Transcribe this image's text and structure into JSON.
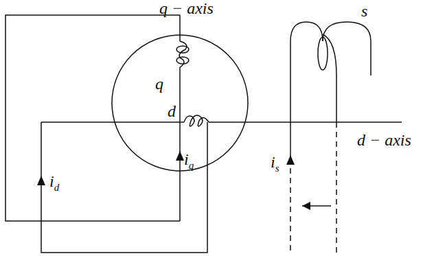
{
  "diagram": {
    "nodes": [
      {
        "text": [
          "q",
          "d",
          "iq"
        ]
      }
    ],
    "labels": [
      "q − axis",
      "id",
      "s",
      "is",
      "d − axis"
    ]
  }
}
